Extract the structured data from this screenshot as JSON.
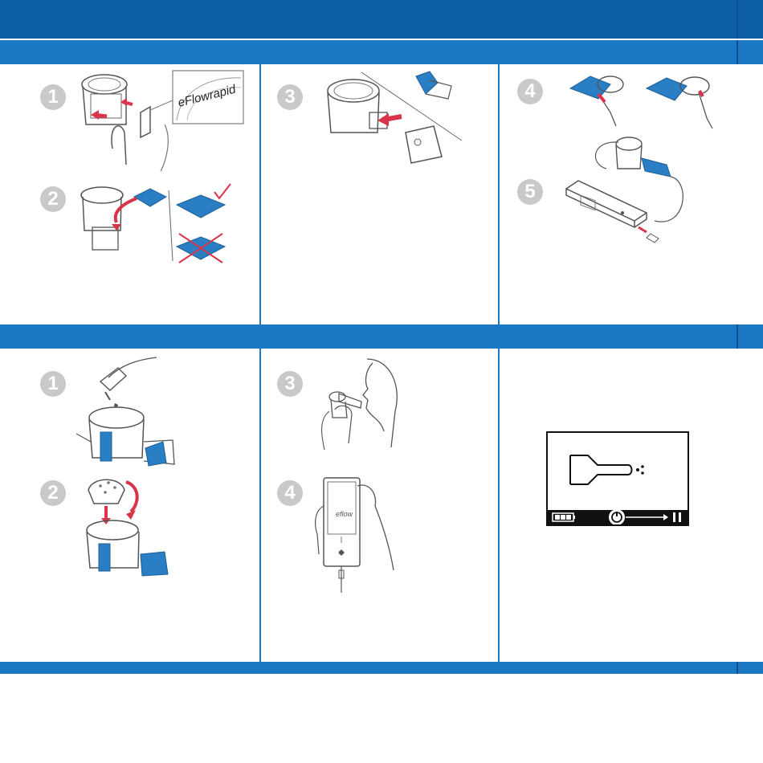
{
  "steps_top": {
    "s1": "1",
    "s2": "2",
    "s3": "3",
    "s4": "4",
    "s5": "5"
  },
  "steps_bottom": {
    "s1": "1",
    "s2": "2",
    "s3": "3",
    "s4": "4"
  },
  "inset_label": "eFlowrapid",
  "device_brand": "eflow",
  "colors": {
    "header_dark": "#0e5fa6",
    "band_blue": "#1b78c4",
    "accent_blue": "#2a7fc4",
    "arrow_red": "#d9344a",
    "step_gray": "#c9c9c9"
  },
  "display": {
    "battery_icon": "battery-icon",
    "power_icon": "power-icon",
    "pause_icon": "pause-icon",
    "nebulizer_icon": "mouthpiece-icon"
  }
}
